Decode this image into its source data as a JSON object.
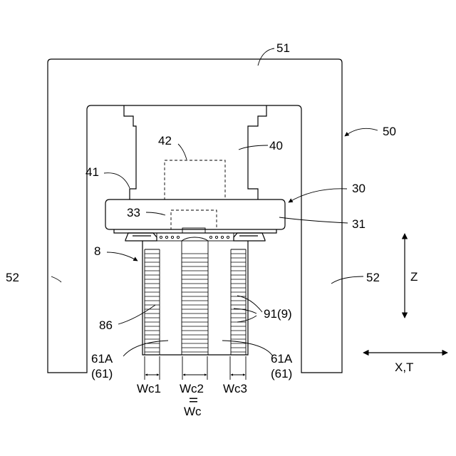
{
  "labels": {
    "n51": "51",
    "n50": "50",
    "n42": "42",
    "n40": "40",
    "n41": "41",
    "n30": "30",
    "n33": "33",
    "n31": "31",
    "n8": "8",
    "n52_left": "52",
    "n52_right": "52",
    "n86": "86",
    "n91": "91(9)",
    "n61a_left": "61A",
    "n61_left": "(61)",
    "n61a_right": "61A",
    "n61_right": "(61)",
    "wc1": "Wc1",
    "wc2": "Wc2",
    "wc3": "Wc3",
    "equals": "II",
    "wc": "Wc",
    "axis_z": "Z",
    "axis_xt": "X,T"
  }
}
